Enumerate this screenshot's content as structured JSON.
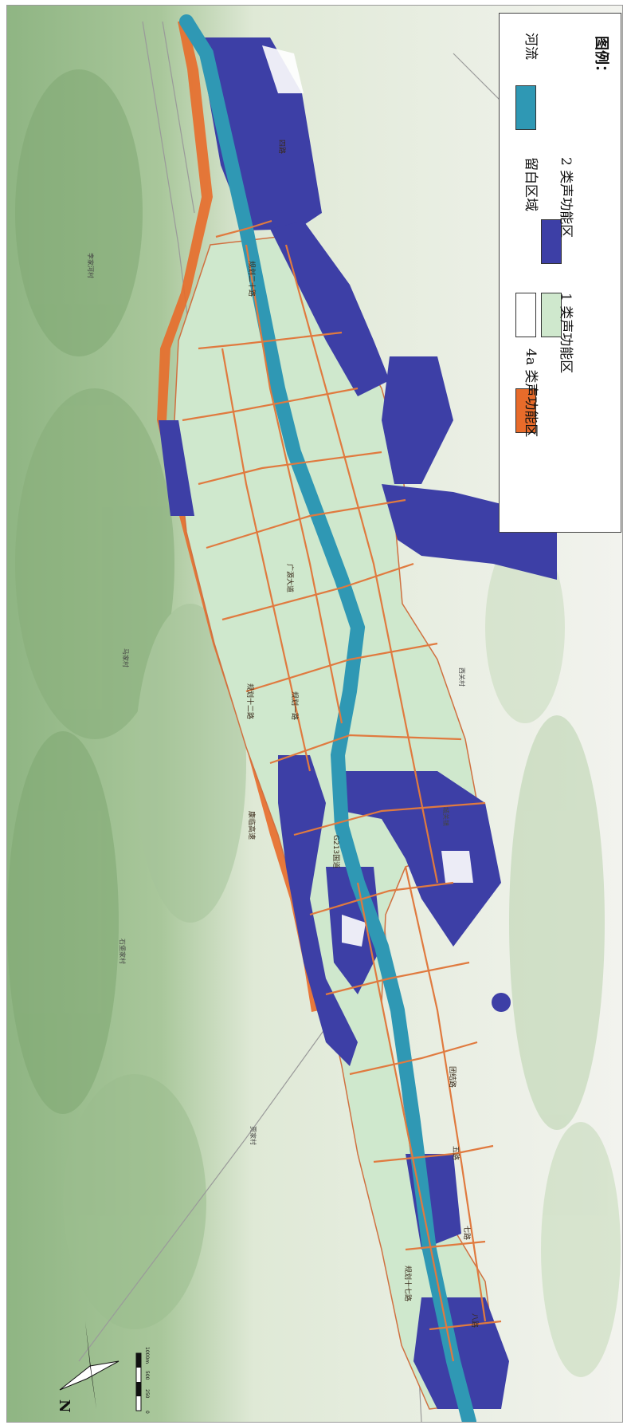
{
  "map": {
    "colors": {
      "zone1": "#cfe8cd",
      "zone2": "#3d3fa6",
      "zone4a": "#e86b2a",
      "blank": "#ffffff",
      "river": "#2f98b4",
      "road": "#e07a3f",
      "terrain_dark": "#8fb583",
      "terrain_light": "#d9e6cf"
    },
    "legend": {
      "title": "图例：",
      "items": [
        {
          "label": "1 类声功能区",
          "color": "#cfe8cd"
        },
        {
          "label": "2 类声功能区",
          "color": "#3d3fa6"
        },
        {
          "label": "4a 类声功能区",
          "color": "#e86b2a"
        },
        {
          "label": "留白区域",
          "color": "#ffffff"
        },
        {
          "label": "河流",
          "color": "#2f98b4"
        }
      ]
    },
    "north_arrow": {
      "label": "N",
      "icon": "north-arrow-icon"
    },
    "scale_bar": {
      "labels": [
        "0",
        "250",
        "500",
        "1000m"
      ]
    },
    "place_labels": [
      "马家村",
      "石堡家村",
      "贾家村",
      "西关村",
      "城关镇",
      "李家河村"
    ],
    "road_labels": [
      "康临高速",
      "G213国道",
      "规划十二路",
      "规划二十路",
      "规划一路",
      "规划十七路",
      "广源大道",
      "团结路",
      "五路",
      "七路",
      "八路",
      "四路"
    ]
  }
}
